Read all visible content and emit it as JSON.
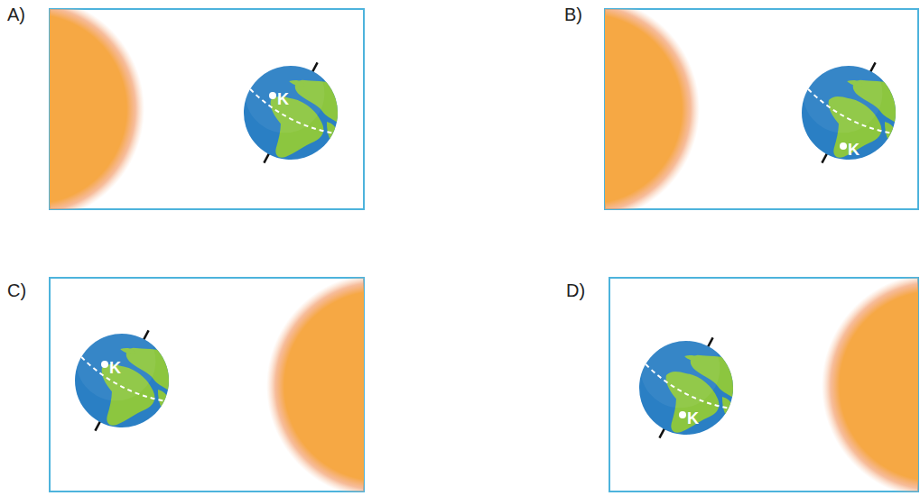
{
  "diagram": {
    "labels": [
      "A)",
      "K",
      "B)",
      "K",
      "C)",
      "K",
      "D)",
      "K"
    ]
  }
}
